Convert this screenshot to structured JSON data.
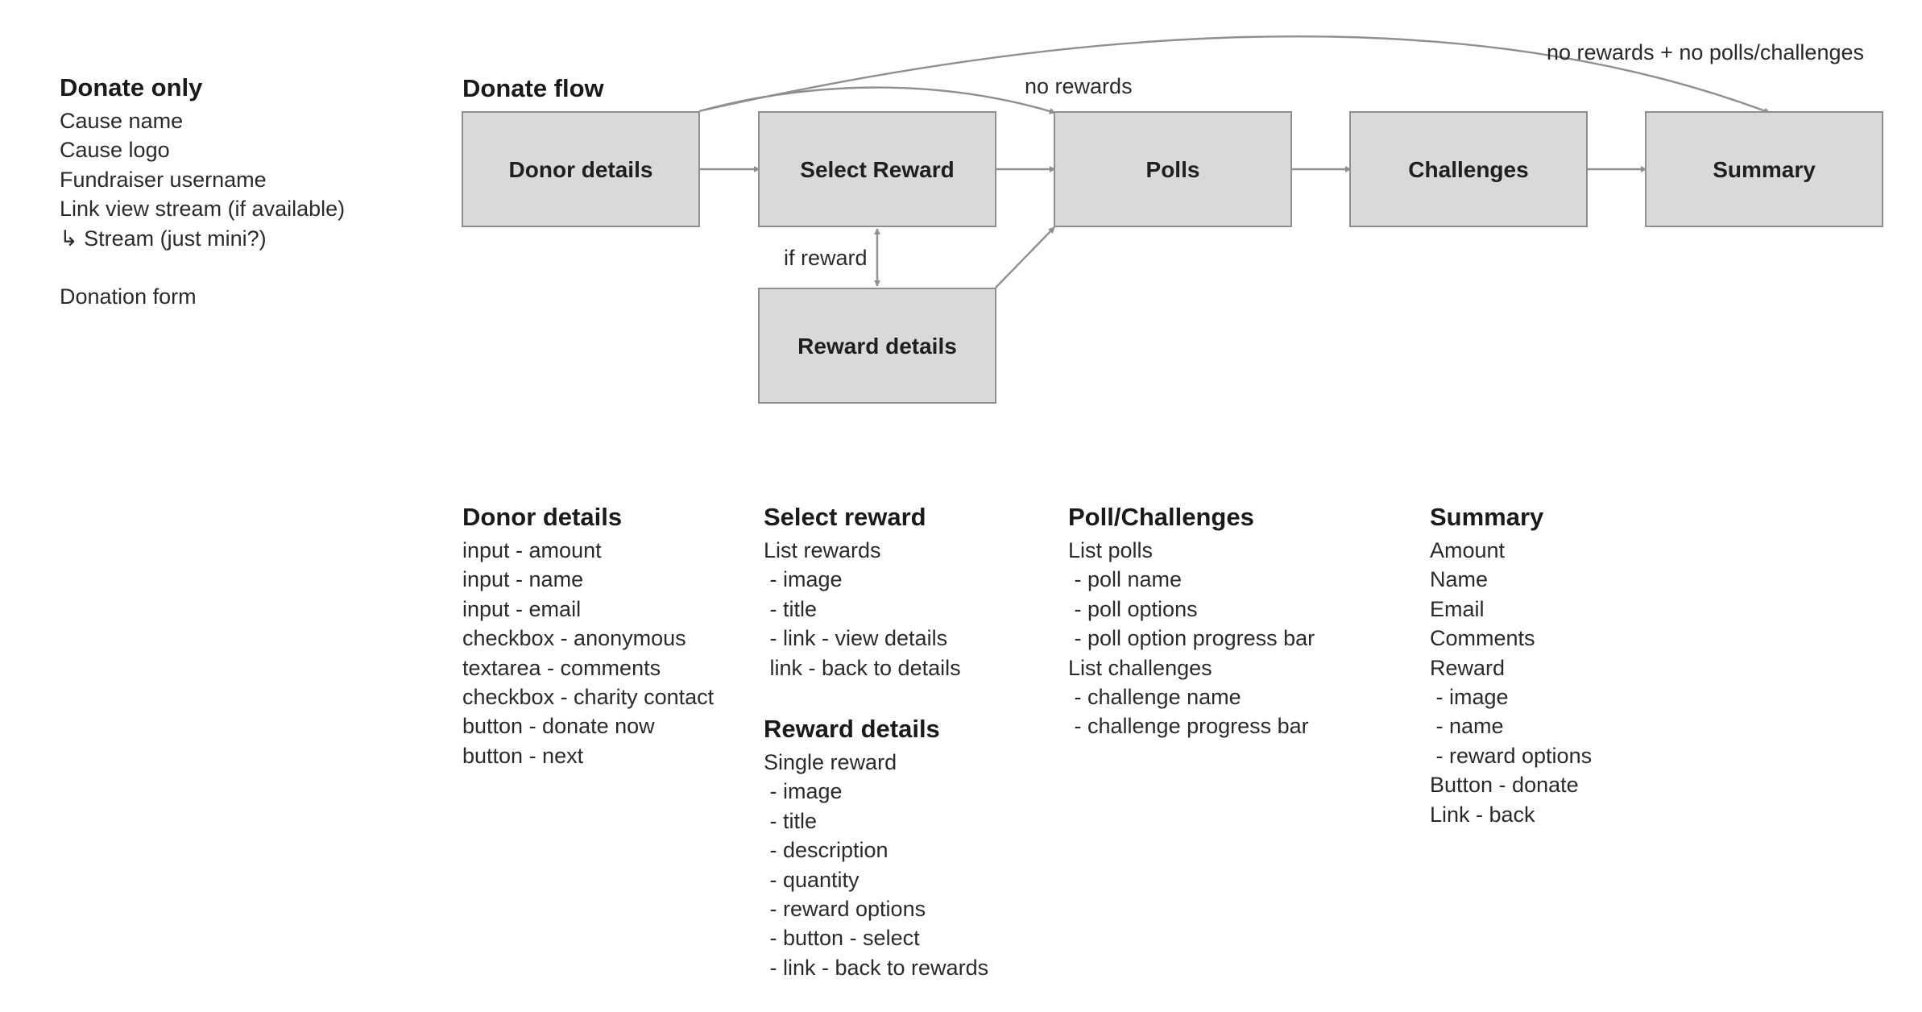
{
  "donate_only": {
    "title": "Donate only",
    "items": [
      "Cause name",
      "Cause logo",
      "Fundraiser username",
      "Link view stream (if available)",
      "↳ Stream (just mini?)",
      "",
      "Donation form"
    ]
  },
  "flow": {
    "title": "Donate flow",
    "nodes": {
      "donor_details": "Donor details",
      "select_reward": "Select Reward",
      "polls": "Polls",
      "challenges": "Challenges",
      "summary": "Summary",
      "reward_details": "Reward details"
    },
    "edge_labels": {
      "no_rewards": "no rewards",
      "no_rewards_no_polls": "no rewards + no polls/challenges",
      "if_reward": "if reward"
    }
  },
  "specs": {
    "donor_details": {
      "title": "Donor details",
      "items": [
        "input - amount",
        "input - name",
        "input - email",
        "checkbox - anonymous",
        "textarea - comments",
        "checkbox - charity contact",
        "button - donate now",
        "button - next"
      ]
    },
    "select_reward": {
      "title": "Select reward",
      "items": [
        "List rewards",
        " - image",
        " - title",
        " - link - view details",
        " link - back to details"
      ]
    },
    "reward_details": {
      "title": "Reward details",
      "items": [
        "Single reward",
        " - image",
        " - title",
        " - description",
        " - quantity",
        " - reward options",
        " - button - select",
        " - link - back to rewards"
      ]
    },
    "poll_challenges": {
      "title": "Poll/Challenges",
      "items": [
        "List polls",
        " - poll name",
        " - poll options",
        " - poll option progress bar",
        "List challenges",
        " - challenge name",
        " - challenge progress bar"
      ]
    },
    "summary": {
      "title": "Summary",
      "items": [
        "Amount",
        "Name",
        "Email",
        "Comments",
        "Reward",
        " - image",
        " - name",
        " - reward options",
        "Button - donate",
        "Link - back"
      ]
    }
  }
}
